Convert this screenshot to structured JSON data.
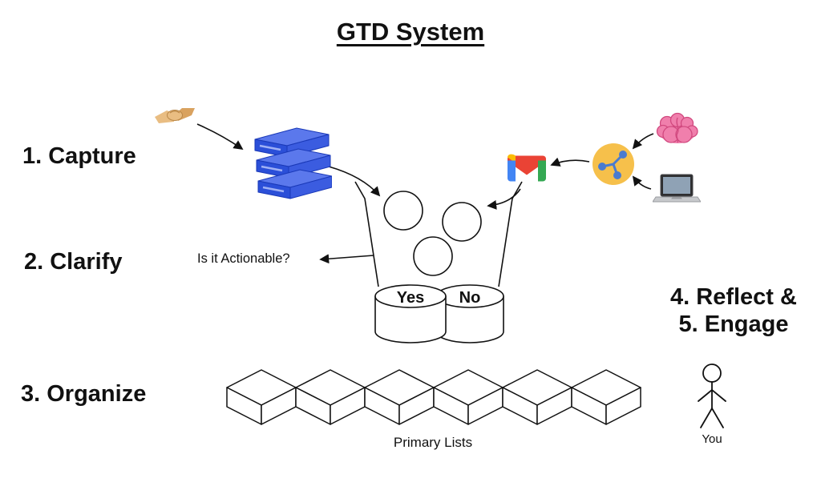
{
  "title": "GTD System",
  "steps": {
    "capture": "1. Capture",
    "clarify": "2. Clarify",
    "organize": "3. Organize",
    "reflect": "4. Reflect &",
    "engage": "5. Engage"
  },
  "clarify": {
    "question": "Is it Actionable?",
    "yes": "Yes",
    "no": "No"
  },
  "organize": {
    "label": "Primary Lists",
    "box_count": 6
  },
  "engage": {
    "figure_label": "You"
  },
  "icons": {
    "handshake": "handshake-icon",
    "inbox_trays": "inbox-trays-icon",
    "gmail": "gmail-icon",
    "share_network": "share-network-icon",
    "brain": "brain-icon",
    "laptop": "laptop-icon",
    "stick_figure": "stick-figure-icon"
  },
  "colors": {
    "ink": "#111111",
    "tray_blue": "#2b4fd8",
    "gmail_red": "#EA4335",
    "gmail_blue": "#4285F4",
    "gmail_green": "#34A853",
    "gmail_yellow": "#FBBC04",
    "connector_yellow": "#F6C04B",
    "connector_node_blue": "#4a7bd0",
    "brain_pink": "#F07FAC"
  }
}
